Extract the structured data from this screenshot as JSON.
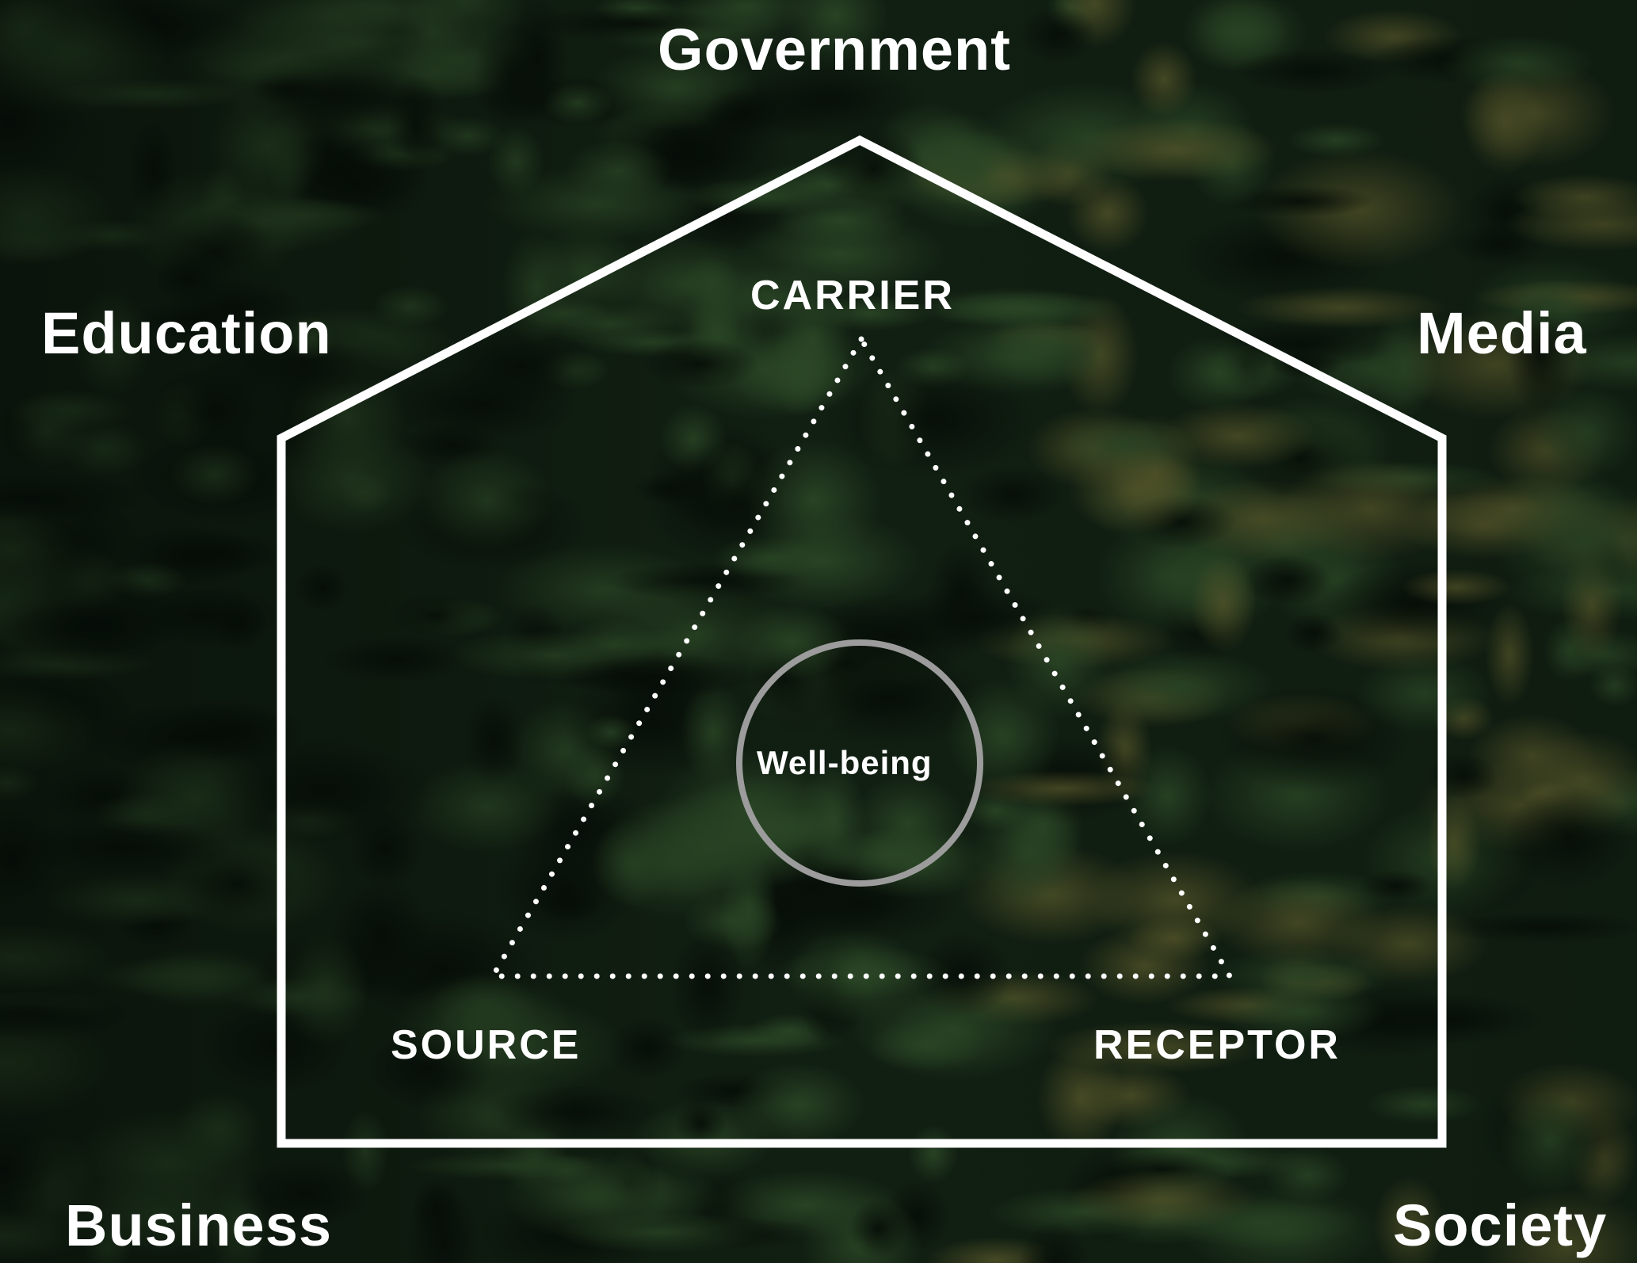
{
  "outer_labels": {
    "top": "Government",
    "upper_left": "Education",
    "upper_right": "Media",
    "lower_left": "Business",
    "lower_right": "Society"
  },
  "triangle_labels": {
    "apex": "CARRIER",
    "bottom_left": "SOURCE",
    "bottom_right": "RECEPTOR"
  },
  "center_label": "Well-being",
  "colors": {
    "background": "#0d1a0f",
    "foliage_dark": "#142616",
    "foliage_mid": "#1e3a1f",
    "foliage_light": "#4a5a2a",
    "lines": "#ffffff",
    "circle": "#9a9a9a"
  },
  "icons": {
    "house_outline": "house-shape",
    "triangle": "dotted-triangle",
    "circle": "ring"
  }
}
